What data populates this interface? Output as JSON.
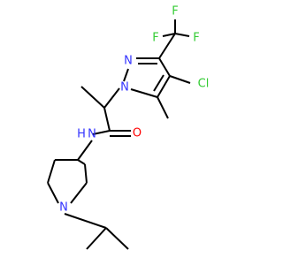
{
  "molecule": {
    "atoms": [
      {
        "id": "F1",
        "label": "F",
        "color": "#33cc33"
      },
      {
        "id": "F2",
        "label": "F",
        "color": "#33cc33"
      },
      {
        "id": "F3",
        "label": "F",
        "color": "#33cc33"
      },
      {
        "id": "N1",
        "label": "N",
        "color": "#3333ff"
      },
      {
        "id": "N2",
        "label": "N",
        "color": "#3333ff"
      },
      {
        "id": "Cl",
        "label": "Cl",
        "color": "#33cc33"
      },
      {
        "id": "O",
        "label": "O",
        "color": "#ff0000"
      },
      {
        "id": "N_amide",
        "label": "N",
        "color": "#3333ff"
      },
      {
        "id": "H_amide",
        "label": "H",
        "color": "#3333ff"
      },
      {
        "id": "N_pip",
        "label": "N",
        "color": "#3333ff"
      }
    ]
  }
}
